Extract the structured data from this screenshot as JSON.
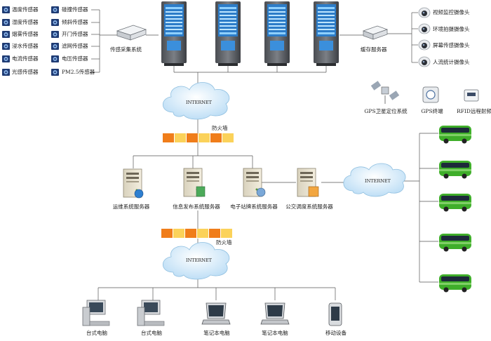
{
  "sensors_left": [
    "温度传感器",
    "湿度传感器",
    "烟雾传感器",
    "浸水传感器",
    "电流传感器",
    "光感传感器"
  ],
  "sensors_right": [
    "碰撞传感器",
    "倾斜传感器",
    "开门传感器",
    "滤网传感器",
    "电压传感器",
    "PM2.5传感器"
  ],
  "sensor_system": "传感采集系统",
  "cache_server": "缓存服务器",
  "cameras": [
    "视频监控摄像头",
    "环境拍摄摄像头",
    "屏幕传感摄像头",
    "人流统计摄像头"
  ],
  "internet": "INTERNET",
  "firewall": "防火墙",
  "servers": [
    "运维系统服务器",
    "信息发布系统服务器",
    "电子站牌系统服务器",
    "公交调度系统服务器"
  ],
  "gps_system": "GPS卫星定位系统",
  "gps_terminal": "GPS终端",
  "rfid": "RFID远程射频",
  "clients": [
    "台式电脑",
    "台式电脑",
    "笔记本电脑",
    "笔记本电脑",
    "移动设备"
  ],
  "colors": {
    "firewall_orange": "#f07d1a",
    "firewall_yellow": "#fbd25a",
    "cloud": "#cfe6f7",
    "bus": "#3fae2a",
    "kiosk_screen": "#2c7cc8"
  }
}
